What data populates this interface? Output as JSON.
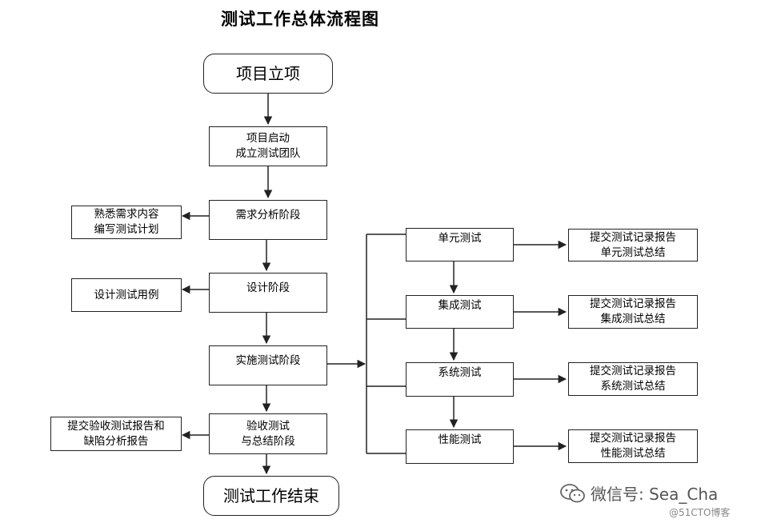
{
  "title": "测试工作总体流程图",
  "colors": {
    "line": "#222222",
    "background": "#ffffff",
    "watermark": "#555555"
  },
  "nodes": {
    "start": "项目立项",
    "kickoff": "项目启动\n成立测试团队",
    "requirements": "需求分析阶段",
    "design": "设计阶段",
    "implementation": "实施测试阶段",
    "acceptance": "验收测试\n与总结阶段",
    "end": "测试工作结束",
    "familiarize": "熟悉需求内容\n编写测试计划",
    "design_cases": "设计测试用例",
    "submit_acceptance": "提交验收测试报告和\n缺陷分析报告",
    "unit_test": "单元测试",
    "integration_test": "集成测试",
    "system_test": "系统测试",
    "performance_test": "性能测试",
    "unit_report": "提交测试记录报告\n单元测试总结",
    "integration_report": "提交测试记录报告\n集成测试总结",
    "system_report": "提交测试记录报告\n系统测试总结",
    "performance_report": "提交测试记录报告\n性能测试总结"
  },
  "watermark": {
    "icon": "wechat-icon",
    "text": "微信号: Sea_Cha",
    "credit": "@51CTO博客"
  }
}
